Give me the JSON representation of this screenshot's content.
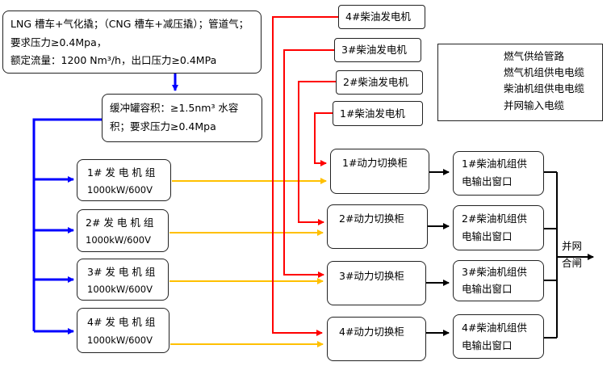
{
  "supply": {
    "line1": "LNG 槽车+气化撬；（CNG 槽车+减压撬）；管道气；",
    "line2": "要求压力≥0.4Mpa，",
    "line3": "额定流量：1200 Nm³/h，出口压力≥0.4MPa"
  },
  "buffer": {
    "line1": "缓冲罐容积：≥1.5nm³ 水容",
    "line2": "积；要求压力≥0.4Mpa"
  },
  "gas_generators": [
    {
      "name": "1# 发 电 机 组",
      "rating": "1000kW/600V"
    },
    {
      "name": "2# 发 电 机 组",
      "rating": "1000kW/600V"
    },
    {
      "name": "3# 发 电 机 组",
      "rating": "1000kW/600V"
    },
    {
      "name": "4# 发 电 机 组",
      "rating": "1000kW/600V"
    }
  ],
  "diesel_generators": [
    "4#柴油发电机",
    "3#柴油发电机",
    "2#柴油发电机",
    "1#柴油发电机"
  ],
  "switch_cabinets": [
    "1#动力切换柜",
    "2#动力切换柜",
    "3#动力切换柜",
    "4#动力切换柜"
  ],
  "output_windows": [
    {
      "line1": "1#柴油机组供",
      "line2": "电输出窗口"
    },
    {
      "line1": "2#柴油机组供",
      "line2": "电输出窗口"
    },
    {
      "line1": "3#柴油机组供",
      "line2": "电输出窗口"
    },
    {
      "line1": "4#柴油机组供",
      "line2": "电输出窗口"
    }
  ],
  "grid": {
    "line1": "并网",
    "line2": "合闸"
  },
  "legend": [
    {
      "label": "燃气供给管路",
      "color": "#0000ff"
    },
    {
      "label": "燃气机组供电电缆",
      "color": "#ffc000"
    },
    {
      "label": "柴油机组供电电缆",
      "color": "#ff0000"
    },
    {
      "label": "并网输入电缆",
      "color": "#000000"
    }
  ]
}
